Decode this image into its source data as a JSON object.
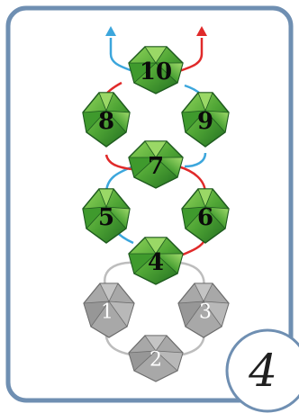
{
  "step_number": "4",
  "colors": {
    "frame_border": "#6f8fb2",
    "left_thread": "#3ca6dc",
    "right_thread": "#e02a2a",
    "used_thread": "#bdbdbd",
    "active_bead_light": "#7cc74e",
    "active_bead_dark": "#1f6b1f",
    "inactive_bead": "#a8a8a8"
  },
  "beads": [
    {
      "id": "1",
      "label": "1",
      "state": "previous"
    },
    {
      "id": "2",
      "label": "2",
      "state": "previous"
    },
    {
      "id": "3",
      "label": "3",
      "state": "previous"
    },
    {
      "id": "4",
      "label": "4",
      "state": "current"
    },
    {
      "id": "5",
      "label": "5",
      "state": "current"
    },
    {
      "id": "6",
      "label": "6",
      "state": "current"
    },
    {
      "id": "7",
      "label": "7",
      "state": "current"
    },
    {
      "id": "8",
      "label": "8",
      "state": "current"
    },
    {
      "id": "9",
      "label": "9",
      "state": "current"
    },
    {
      "id": "10",
      "label": "10",
      "state": "current"
    }
  ],
  "icons": {
    "left_arrow": "arrow-up-icon",
    "right_arrow": "arrow-up-icon"
  }
}
